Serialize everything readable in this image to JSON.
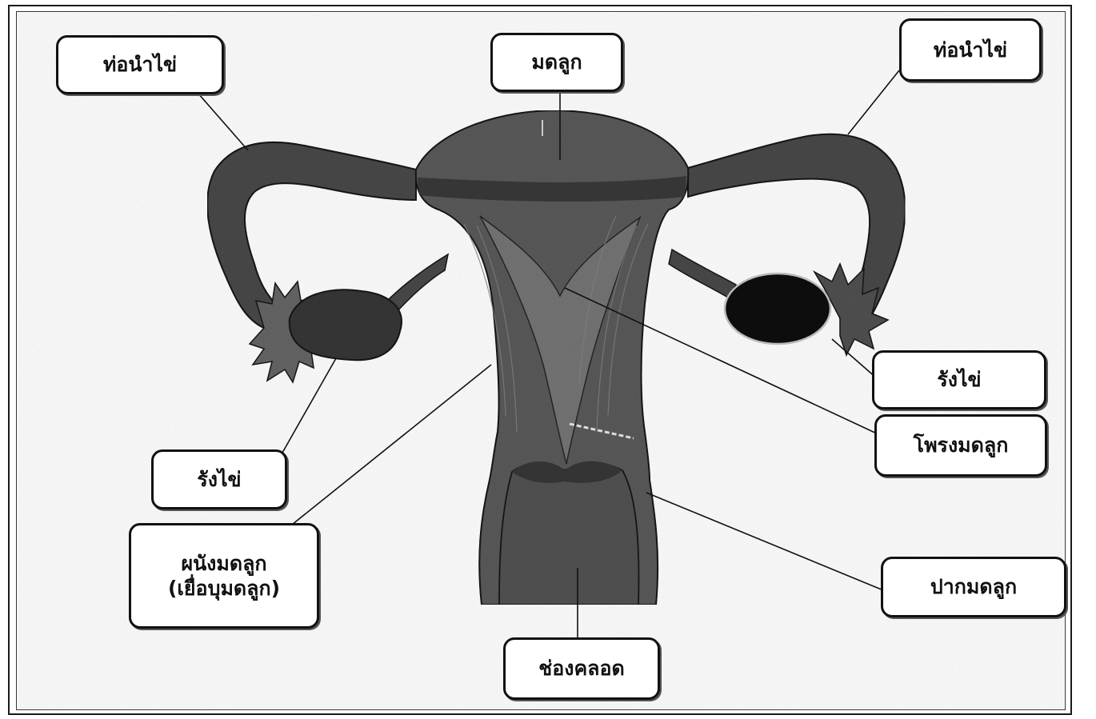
{
  "labels": {
    "tube_left": "ท่อนำไข่",
    "uterus": "มดลูก",
    "tube_right": "ท่อนำไข่",
    "ovary_right": "รังไข่",
    "cavity": "โพรงมดลูก",
    "ovary_left": "รังไข่",
    "wall_line1": "ผนังมดลูก",
    "wall_line2": "(เยื่อบุมดลูก)",
    "cervix": "ปากมดลูก",
    "vagina": "ช่องคลอด"
  },
  "colors": {
    "organ_fill": "#5e5e5e",
    "organ_dark": "#2e2e2e",
    "ovary_fill": "#3a3a3a",
    "ovary_right_fill": "#151515",
    "cavity_fill": "#7a7a7a",
    "line": "#111111",
    "box_border": "#111111",
    "background": "#ffffff"
  }
}
